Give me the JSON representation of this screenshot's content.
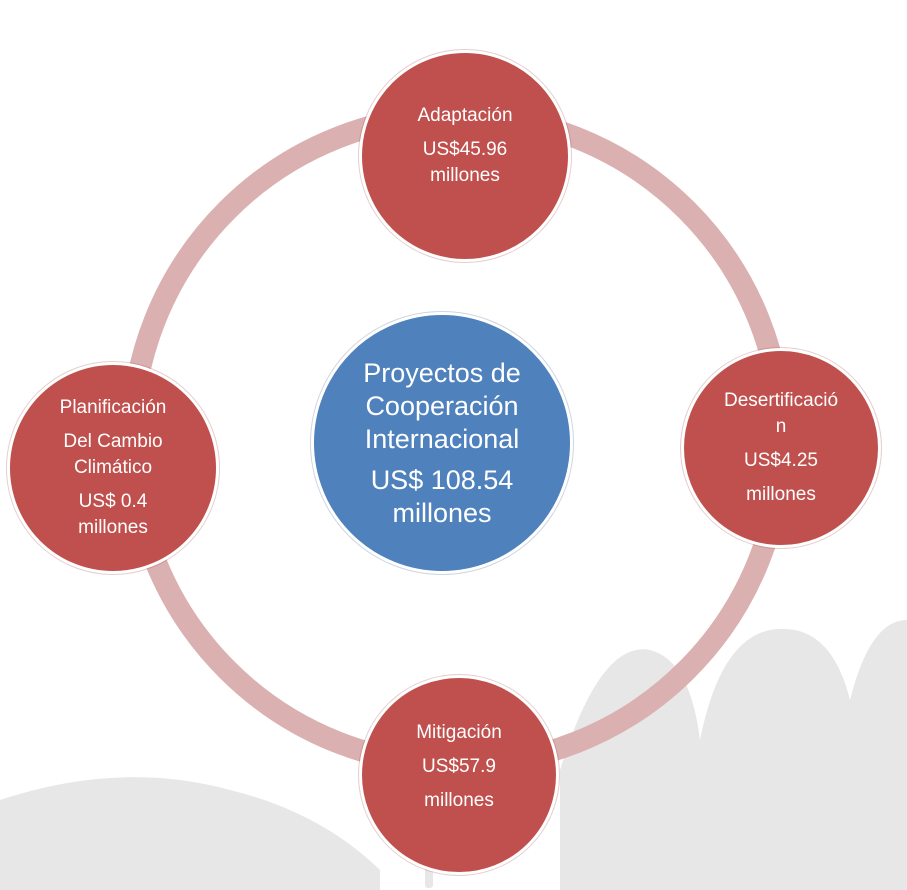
{
  "diagram": {
    "center": {
      "title_lines": [
        "Proyectos de",
        "Cooperación",
        "Internacional"
      ],
      "amount": "US$ 108.54",
      "unit": "millones"
    },
    "nodes": [
      {
        "id": "adaptacion",
        "name": "Adaptación",
        "amount": "US$45.96",
        "unit": "millones"
      },
      {
        "id": "desertificacion",
        "name_lines": [
          "Desertificació",
          "n"
        ],
        "amount": "US$4.25",
        "unit": "millones"
      },
      {
        "id": "mitigacion",
        "name": "Mitigación",
        "amount": "US$57.9",
        "unit": "millones"
      },
      {
        "id": "planificacion",
        "name_lines": [
          "Planificación",
          "Del Cambio",
          "Climático"
        ],
        "amount": "US$ 0.4",
        "unit": "millones"
      }
    ],
    "colors": {
      "node_red": "#c0504d",
      "center_blue": "#4f81bd",
      "ring": "#dbb0b0",
      "background_hills": "#e6e6e6"
    }
  }
}
